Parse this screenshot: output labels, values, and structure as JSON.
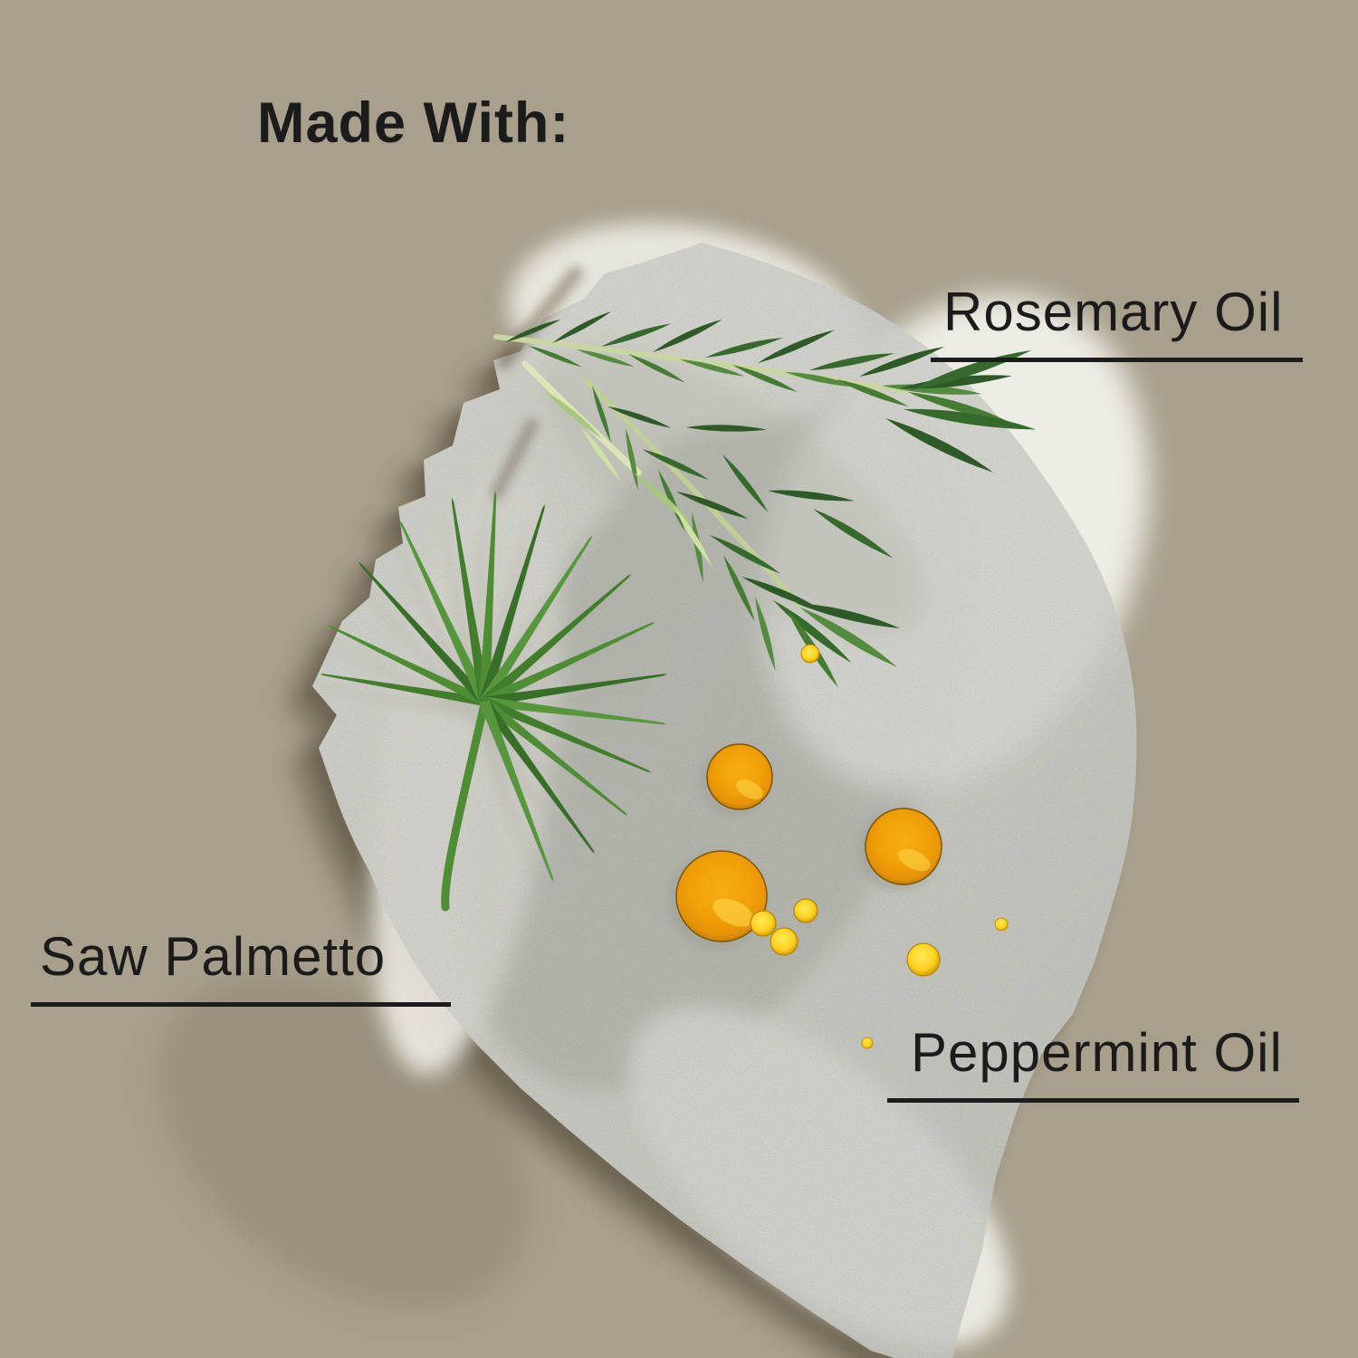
{
  "page": {
    "background_color": "#a89f8c",
    "text_color": "#1b1b1b"
  },
  "heading": {
    "label": "Made With:"
  },
  "ingredients": {
    "rosemary": {
      "label": "Rosemary Oil"
    },
    "saw_palmetto": {
      "label": "Saw Palmetto"
    },
    "peppermint": {
      "label": "Peppermint Oil"
    }
  },
  "illustration": {
    "cream_smear": {
      "name": "cream-smear",
      "base_color": "#e9eae2",
      "highlight_color": "#f5f5ef",
      "mid_color": "#cbcdc4",
      "shadow_color": "#4f4634"
    },
    "rosemary_sprig": {
      "name": "rosemary-sprig",
      "needle_dark": "#2d5a26",
      "needle_mid": "#447c33",
      "needle_light": "#a9c77c",
      "stem_color": "#c9d6a2"
    },
    "saw_palmetto_leaf": {
      "name": "saw-palmetto-leaf",
      "leaf_color": "#4f8d35",
      "leaf_dark": "#386f28"
    },
    "oil_droplets": {
      "name": "oil-droplets",
      "amber": "#f0a008",
      "amber_light": "#ffe959",
      "amber_deep": "#8d5c03",
      "count": 10
    }
  }
}
